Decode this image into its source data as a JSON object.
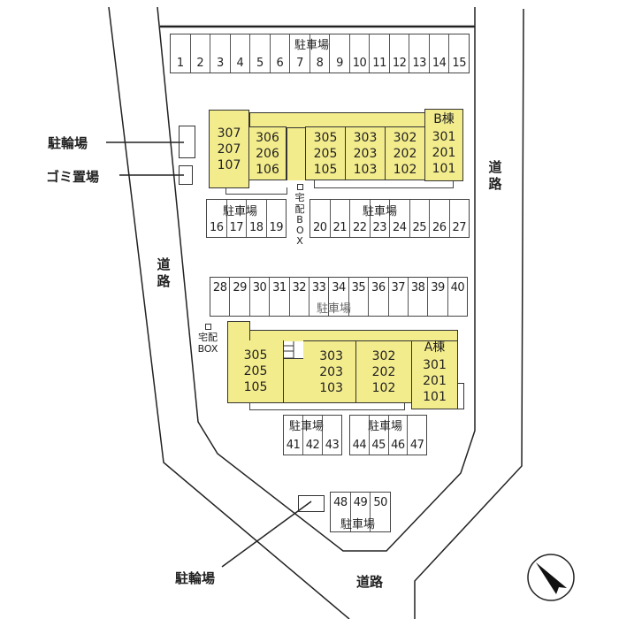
{
  "labels": {
    "parking": "駐車場",
    "bike_parking": "駐輪場",
    "garbage": "ゴミ置場",
    "road": "道路",
    "delivery_box": "宅配BOX",
    "delivery_box_vertical_1": "宅配",
    "delivery_box_vertical_2": "BOX"
  },
  "parking": {
    "row_1_15": [
      "1",
      "2",
      "3",
      "4",
      "5",
      "6",
      "7",
      "8",
      "9",
      "10",
      "11",
      "12",
      "13",
      "14",
      "15"
    ],
    "row_16_19": [
      "16",
      "17",
      "18",
      "19"
    ],
    "row_20_27": [
      "20",
      "21",
      "22",
      "23",
      "24",
      "25",
      "26",
      "27"
    ],
    "row_28_40": [
      "28",
      "29",
      "30",
      "31",
      "32",
      "33",
      "34",
      "35",
      "36",
      "37",
      "38",
      "39",
      "40"
    ],
    "row_41_43": [
      "41",
      "42",
      "43"
    ],
    "row_44_47": [
      "44",
      "45",
      "46",
      "47"
    ],
    "row_48_50": [
      "48",
      "49",
      "50"
    ]
  },
  "building_b": {
    "name": "B棟",
    "units": [
      {
        "rooms": [
          "307",
          "207",
          "107"
        ]
      },
      {
        "rooms": [
          "306",
          "206",
          "106"
        ]
      },
      {
        "rooms": [
          "305",
          "205",
          "105"
        ]
      },
      {
        "rooms": [
          "303",
          "203",
          "103"
        ]
      },
      {
        "rooms": [
          "302",
          "202",
          "102"
        ]
      },
      {
        "rooms": [
          "301",
          "201",
          "101"
        ]
      }
    ]
  },
  "building_a": {
    "name": "A棟",
    "units": [
      {
        "rooms": [
          "305",
          "205",
          "105"
        ]
      },
      {
        "rooms": [
          "303",
          "203",
          "103"
        ]
      },
      {
        "rooms": [
          "302",
          "202",
          "102"
        ]
      },
      {
        "rooms": [
          "301",
          "201",
          "101"
        ]
      }
    ]
  },
  "colors": {
    "building": "#f3ec8c",
    "line": "#333333"
  }
}
